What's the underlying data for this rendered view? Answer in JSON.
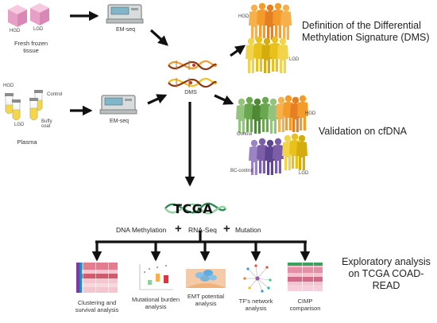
{
  "samples": {
    "tissue_label": "Fresh frozen\ntissue",
    "tissue_hgd": "HGD",
    "tissue_lgd": "LGD",
    "plasma_label": "Plasma",
    "plasma_hgd": "HGD",
    "plasma_lgd": "LGD",
    "plasma_control": "Control",
    "buffy_coat": "Buffy\ncoat"
  },
  "sequencing": {
    "emseq_top": "EM-seq",
    "emseq_bottom": "EM-seq"
  },
  "dms": {
    "label": "DMS"
  },
  "definition": {
    "title": "Definition of the Differential Methylation Signature (DMS)",
    "hgd": "HGD",
    "lgd": "LGD"
  },
  "validation": {
    "title": "Validation on cfDNA",
    "control": "Control",
    "hgd": "HGD",
    "bc_control": "BC-control",
    "lgd": "LGD"
  },
  "tcga": {
    "logo": "TCGA",
    "methylation": "DNA Methylation",
    "rnaseq": "RNA-Seq",
    "mutation": "Mutation",
    "plus": "+"
  },
  "exploratory": {
    "title": "Exploratory analysis\non TCGA COAD-READ",
    "analyses": [
      "Clustering and\nsurvival analysis",
      "Mutational burden\nanalysis",
      "EMT potential\nanalysis",
      "TF's network\nanalysis",
      "CIMP\ncomparison"
    ]
  },
  "colors": {
    "hgd": "#f28a1e",
    "lgd": "#e8c21a",
    "control": "#6aa84f",
    "bc_control": "#7b5ea7",
    "dna_orange": "#f39c2b",
    "tissue_pink": "#e8a2c8",
    "arrow": "#111111"
  }
}
